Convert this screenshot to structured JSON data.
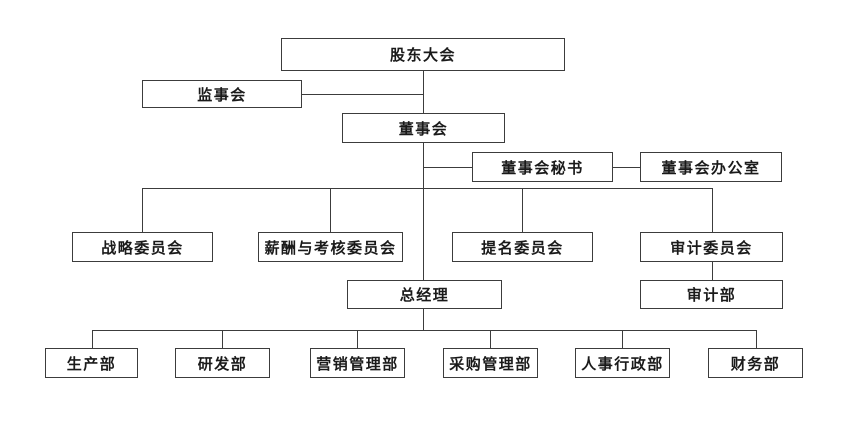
{
  "org_chart": {
    "colors": {
      "line": "#3c3c3c",
      "box_border": "#3c3c3c",
      "box_fill": "#ffffff",
      "text": "#1a1a1a",
      "background": "#ffffff"
    },
    "nodes": [
      {
        "id": "shareholders-meeting",
        "label": "股东大会"
      },
      {
        "id": "supervisory-board",
        "label": "监事会"
      },
      {
        "id": "board-of-directors",
        "label": "董事会"
      },
      {
        "id": "board-secretary",
        "label": "董事会秘书"
      },
      {
        "id": "board-office",
        "label": "董事会办公室"
      },
      {
        "id": "strategy-committee",
        "label": "战略委员会"
      },
      {
        "id": "compensation-assessment-committee",
        "label": "薪酬与考核委员会"
      },
      {
        "id": "nomination-committee",
        "label": "提名委员会"
      },
      {
        "id": "audit-committee",
        "label": "审计委员会"
      },
      {
        "id": "general-manager",
        "label": "总经理"
      },
      {
        "id": "audit-department",
        "label": "审计部"
      },
      {
        "id": "production-department",
        "label": "生产部"
      },
      {
        "id": "rd-department",
        "label": "研发部"
      },
      {
        "id": "marketing-management-department",
        "label": "营销管理部"
      },
      {
        "id": "procurement-management-department",
        "label": "采购管理部"
      },
      {
        "id": "hr-admin-department",
        "label": "人事行政部"
      },
      {
        "id": "finance-department",
        "label": "财务部"
      }
    ],
    "edges": [
      [
        "shareholders-meeting",
        "supervisory-board"
      ],
      [
        "shareholders-meeting",
        "board-of-directors"
      ],
      [
        "board-of-directors",
        "board-secretary"
      ],
      [
        "board-secretary",
        "board-office"
      ],
      [
        "board-of-directors",
        "strategy-committee"
      ],
      [
        "board-of-directors",
        "compensation-assessment-committee"
      ],
      [
        "board-of-directors",
        "nomination-committee"
      ],
      [
        "board-of-directors",
        "audit-committee"
      ],
      [
        "audit-committee",
        "audit-department"
      ],
      [
        "board-of-directors",
        "general-manager"
      ],
      [
        "general-manager",
        "production-department"
      ],
      [
        "general-manager",
        "rd-department"
      ],
      [
        "general-manager",
        "marketing-management-department"
      ],
      [
        "general-manager",
        "procurement-management-department"
      ],
      [
        "general-manager",
        "hr-admin-department"
      ],
      [
        "general-manager",
        "finance-department"
      ]
    ]
  }
}
